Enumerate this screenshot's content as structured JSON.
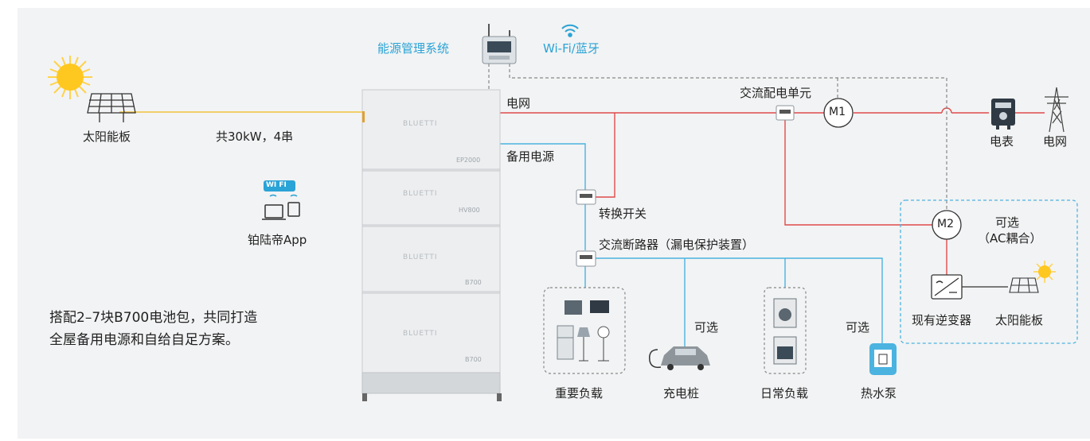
{
  "labels": {
    "solar_panel": "太阳能板",
    "string_info": "共30kW，4串",
    "ems": "能源管理系统",
    "wifi_bt": "Wi-Fi/蓝牙",
    "grid_line": "电网",
    "backup_line": "备用电源",
    "ac_distribution": "交流配电单元",
    "m1": "M1",
    "m2": "M2",
    "meter": "电表",
    "grid_tower": "电网",
    "transfer_switch": "转换开关",
    "ac_breaker": "交流断路器（漏电保护装置）",
    "optional_ac": "可选",
    "ac_coupling": "（AC耦合）",
    "existing_inverter": "现有逆变器",
    "solar_panel_2": "太阳能板",
    "optional_1": "可选",
    "optional_2": "可选",
    "critical_loads": "重要负载",
    "charger": "充电桩",
    "daily_loads": "日常负载",
    "heat_pump": "热水泵",
    "app": "铂陆帝App",
    "wifi_badge": "WI FI",
    "description_line1": "搭配2–7块B700电池包，共同打造",
    "description_line2": "全屋备用电源和自给自足方案。"
  },
  "battery_modules": [
    {
      "brand": "BLUETTI",
      "model": "EP2000"
    },
    {
      "brand": "BLUETTI",
      "model": "HV800"
    },
    {
      "brand": "BLUETTI",
      "model": "B700"
    },
    {
      "brand": "BLUETTI",
      "model": "B700"
    }
  ],
  "colors": {
    "grid_line": "#e04b4b",
    "backup_line": "#4bb3e0",
    "solar_line": "#f0c23c",
    "comm_line": "#888888",
    "accent_blue": "#2aa3d6",
    "sun": "#ffc820"
  }
}
